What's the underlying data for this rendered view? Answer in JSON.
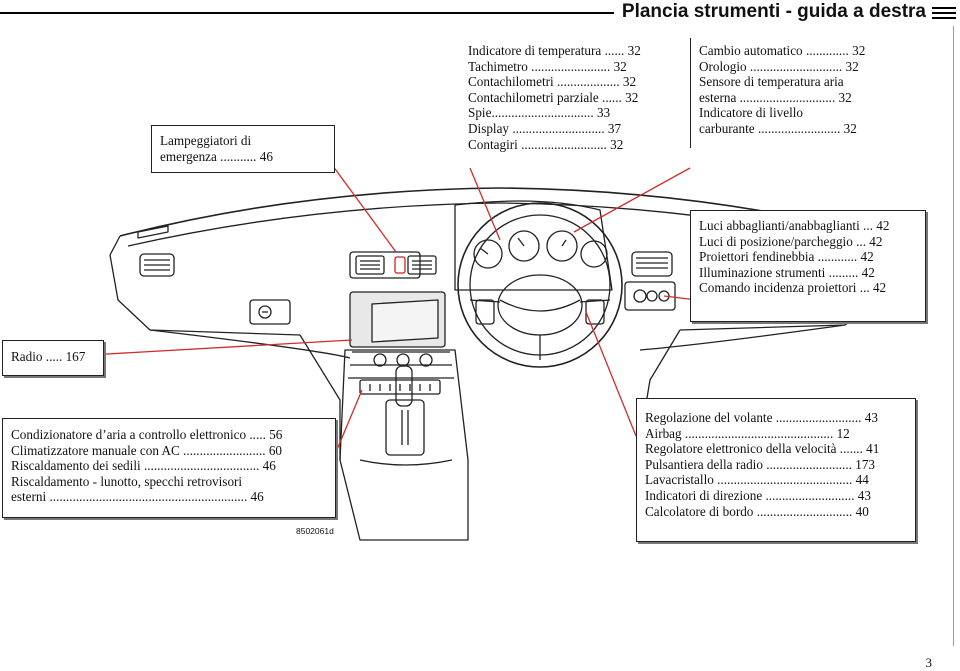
{
  "header": {
    "title": "Plancia strumenti - guida a destra"
  },
  "boxes": {
    "hazard": [
      "Lampeggiatori di",
      "emergenza ........... 46"
    ],
    "instruments": [
      "Indicatore di temperatura ...... 32",
      "Tachimetro ........................ 32",
      "Contachilometri ................... 32",
      "Contachilometri parziale ...... 32",
      "Spie............................... 33",
      "Display ............................ 37",
      "Contagiri .......................... 32"
    ],
    "gauges": [
      "Cambio automatico ............. 32",
      "Orologio ............................ 32",
      "Sensore di temperatura aria",
      "esterna ............................. 32",
      "Indicatore di livello",
      "carburante ......................... 32"
    ],
    "lights": [
      "Luci abbaglianti/anabbaglianti ... 42",
      "Luci di posizione/parcheggio ... 42",
      "Proiettori fendinebbia ............ 42",
      "Illuminazione strumenti ......... 42",
      "Comando incidenza proiettori ... 42"
    ],
    "radio": [
      "Radio ..... 167"
    ],
    "climate": [
      "Condizionatore d’aria a controllo elettronico ..... 56",
      "Climatizzatore manuale con AC ......................... 60",
      "Riscaldamento dei sedili ................................... 46",
      "Riscaldamento - lunotto, specchi retrovisori",
      "esterni ............................................................ 46"
    ],
    "steering": [
      "Regolazione del volante .......................... 43",
      "Airbag ............................................. 12",
      "Regolatore elettronico della velocità ....... 41",
      "Pulsantiera della radio .......................... 173",
      "Lavacristallo ......................................... 44",
      "Indicatori di direzione ........................... 43",
      "Calcolatore di bordo ............................. 40"
    ]
  },
  "figure_ref": "8502061d",
  "page_number": "3",
  "colors": {
    "leader": "#d22b2b",
    "line": "#222222",
    "screen": "#e8e8e8"
  }
}
